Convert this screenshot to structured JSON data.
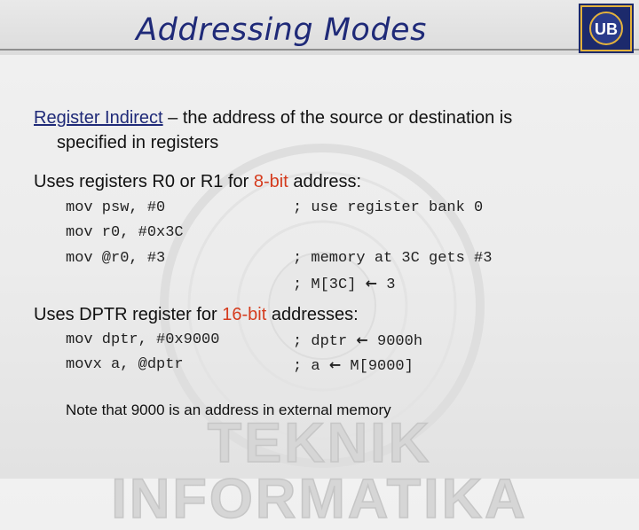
{
  "slide": {
    "title": "Addressing Modes",
    "watermark": "TEKNIK INFORMATIKA",
    "logo_label": "UB"
  },
  "bullet1": {
    "term": "Register Indirect",
    "line1_rest": " – the address of the source or destination is",
    "line2": "specified in registers"
  },
  "bullet2": {
    "prefix": "Uses registers R0 or R1 for ",
    "highlight": "8-bit",
    "suffix": " address:"
  },
  "code1": [
    {
      "instr": "mov psw, #0",
      "comment": "; use register bank 0"
    },
    {
      "instr": "mov r0, #0x3C",
      "comment": ""
    },
    {
      "instr": "mov @r0, #3",
      "comment": "; memory at 3C gets #3"
    },
    {
      "instr": "",
      "comment_pre": "; M[3C] ",
      "comment_post": " 3"
    }
  ],
  "bullet3": {
    "prefix": "Uses DPTR register for ",
    "highlight": "16-bit",
    "suffix": " addresses:"
  },
  "code2": [
    {
      "instr": "mov dptr, #0x9000",
      "comment_pre": "; dptr ",
      "comment_post": " 9000h"
    },
    {
      "instr": "movx a, @dptr",
      "comment_pre": "; a ",
      "comment_post": " M[9000]"
    }
  ],
  "arrow_glyph": "←",
  "note": "Note that 9000 is an address in external memory",
  "colors": {
    "title": "#1f2a78",
    "highlight": "#d53b1d",
    "link": "#1f2a78"
  }
}
